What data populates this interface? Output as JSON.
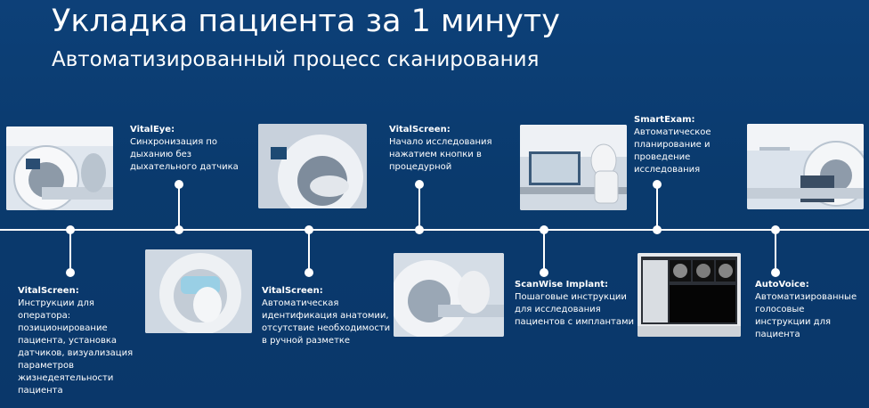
{
  "slide": {
    "title": "Укладка пациента за 1 минуту",
    "subtitle": "Автоматизированный процесс сканирования"
  },
  "steps": [
    {
      "head": "VitalScreen:",
      "body": "Инструкции для\nоператора:\nпозиционирование\nпациента, установка\nдатчиков, визуализация\nпараметров\nжизнедеятельности\nпациента"
    },
    {
      "head": "VitalEye:",
      "body": "Синхронизация по\nдыханию без\nдыхательного датчика"
    },
    {
      "head": "VitalScreen:",
      "body": "Автоматическая\nидентификация анатомии,\nотсутствие необходимости\nв ручной разметке"
    },
    {
      "head": "VitalScreen:",
      "body": "Начало исследования\nнажатием кнопки в\nпроцедурной"
    },
    {
      "head": "ScanWise Implant:",
      "body": "Пошаговые инструкции\nдля исследования\nпациентов с имплантами"
    },
    {
      "head": "SmartExam:",
      "body": "Автоматическое\nпланирование и\nпроведение\nисследования"
    },
    {
      "head": "AutoVoice:",
      "body": "Автоматизированные\nголосовые\nинструкции для\nпациента"
    }
  ],
  "images": [
    {
      "icon": "mri-scanner-room-photo"
    },
    {
      "icon": "mri-coil-closeup-photo"
    },
    {
      "icon": "mri-bore-patient-photo"
    },
    {
      "icon": "mri-patient-on-table-photo"
    },
    {
      "icon": "operator-console-photo"
    },
    {
      "icon": "smartexam-monitor-screenshot"
    },
    {
      "icon": "mri-scanner-display-photo"
    }
  ],
  "colors": {
    "background": "#0b3a6e",
    "line": "#ffffff",
    "text": "#ffffff"
  }
}
